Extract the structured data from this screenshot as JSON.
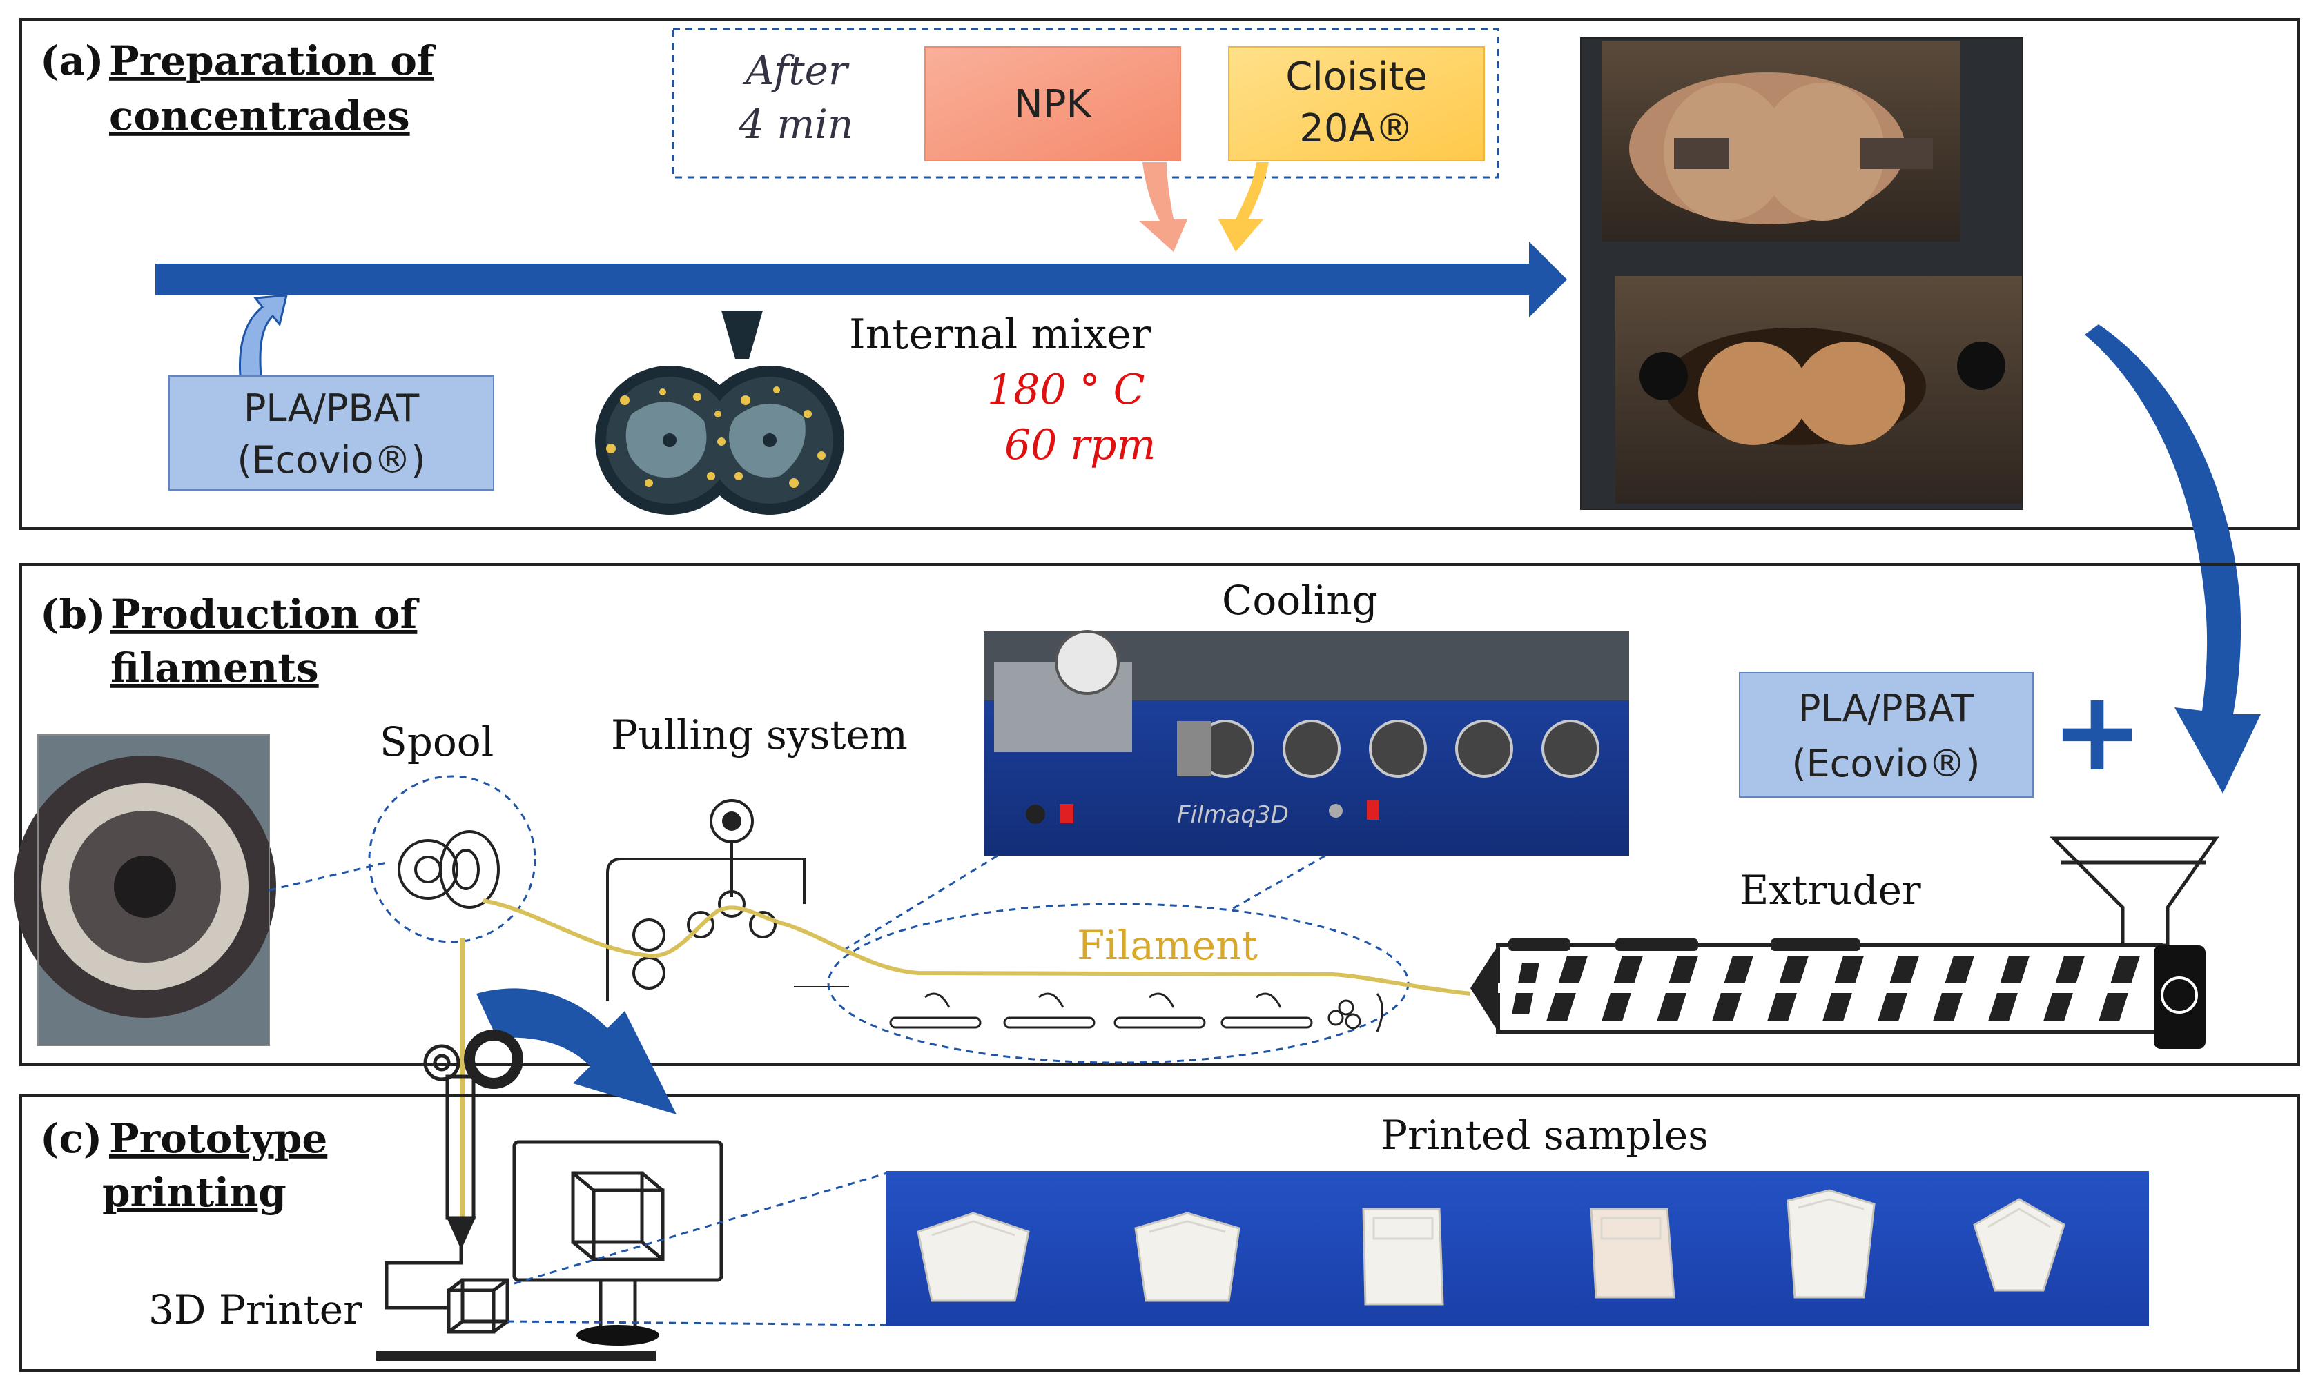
{
  "panel_a": {
    "letter": "(a)",
    "title_line1": "Preparation of",
    "title_line2": "concentrades",
    "after_line1": "After",
    "after_line2": "4 min",
    "npk": "NPK",
    "cloisite_line1": "Cloisite",
    "cloisite_line2": "20A®",
    "pla_line1": "PLA/PBAT",
    "pla_line2": "(Ecovio®)",
    "mixer_label": "Internal mixer",
    "temperature": "180 ° C",
    "speed": "60 rpm"
  },
  "panel_b": {
    "letter": "(b)",
    "title_line1": "Production of",
    "title_line2": "filaments",
    "cooling": "Cooling",
    "cooling_machine_brand": "Filmaq3D",
    "spool": "Spool",
    "pulling": "Pulling system",
    "pla_line1": "PLA/PBAT",
    "pla_line2": "(Ecovio®)",
    "plus": "+",
    "extruder": "Extruder",
    "filament": "Filament"
  },
  "panel_c": {
    "letter": "(c)",
    "title_line1": "Prototype",
    "title_line2": "printing",
    "printed_samples": "Printed samples",
    "printer": "3D Printer"
  },
  "colors": {
    "arrow_blue": "#1f55a8",
    "npk_fill": "#f79a80",
    "cloisite_fill": "#ffd36b",
    "pla_fill": "#a9c4e8",
    "filament": "#d8c15a",
    "red_text": "#e01010",
    "samples_bg": "#1f48b8"
  }
}
